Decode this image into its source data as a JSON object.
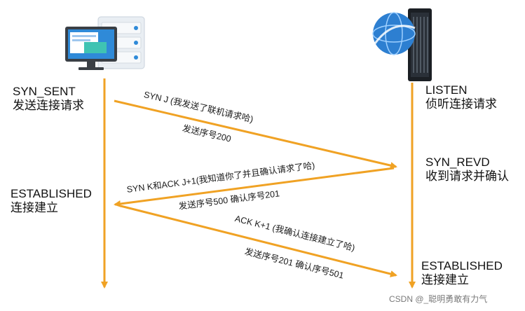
{
  "client": {
    "state1_line1": "SYN_SENT",
    "state1_line2": "发送连接请求",
    "state2_line1": "ESTABLISHED",
    "state2_line2": "连接建立"
  },
  "server": {
    "state1_line1": "LISTEN",
    "state1_line2": "侦听连接请求",
    "state2_line1": "SYN_REVD",
    "state2_line2": "收到请求并确认",
    "state3_line1": "ESTABLISHED",
    "state3_line2": "连接建立"
  },
  "messages": {
    "m1_main": "SYN J   (我发送了联机请求哈)",
    "m1_sub": "发送序号200",
    "m2_main": "SYN K和ACK J+1(我知道你了并且确认请求了哈)",
    "m2_sub": "发送序号500  确认序号201",
    "m3_main": "ACK K+1   (我确认连接建立了哈)",
    "m3_sub": "发送序号201   确认序号501"
  },
  "watermark": "CSDN @_聪明勇敢有力气",
  "colors": {
    "arrow": "#f0a224",
    "monitor_frame": "#3a3f45",
    "screen": "#2f8ad8",
    "tower": "#e9eef3",
    "rack": "#1b1f24",
    "globe": "#2d7fd1"
  },
  "icons": {
    "client": "desktop-computer-icon",
    "server": "server-rack-icon",
    "globe": "globe-icon"
  }
}
